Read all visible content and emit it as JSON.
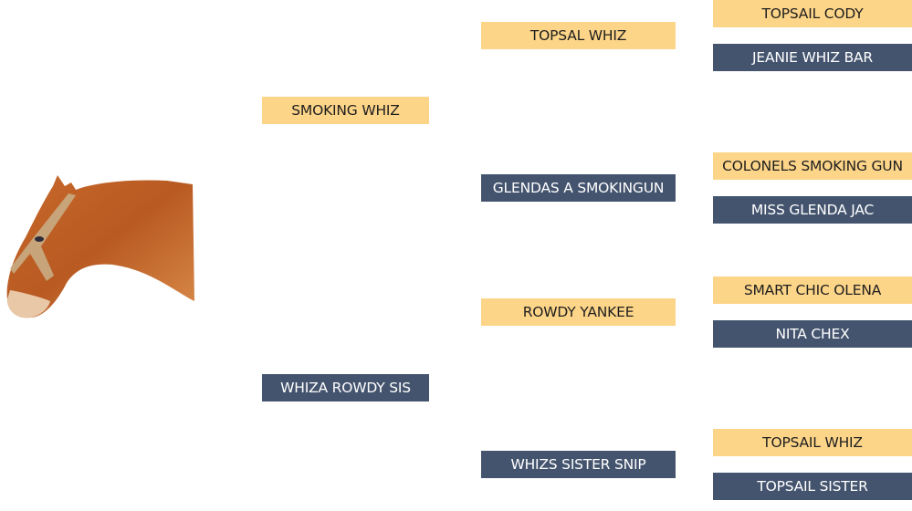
{
  "subject": {
    "image": "horse-head-photo"
  },
  "pedigree": {
    "colors": {
      "sire": "#FDD589",
      "dam": "#44546E"
    },
    "sire": "SMOKING WHIZ",
    "dam": "WHIZA ROWDY SIS",
    "sire_sire": "TOPSAL WHIZ",
    "sire_dam": "GLENDAS A SMOKINGUN",
    "dam_sire": "ROWDY YANKEE",
    "dam_dam": "WHIZS SISTER SNIP",
    "sire_sire_sire": "TOPSAIL CODY",
    "sire_sire_dam": "JEANIE WHIZ BAR",
    "sire_dam_sire": "COLONELS SMOKING GUN",
    "sire_dam_dam": "MISS GLENDA JAC",
    "dam_sire_sire": "SMART CHIC OLENA",
    "dam_sire_dam": "NITA CHEX",
    "dam_dam_sire": "TOPSAIL WHIZ",
    "dam_dam_dam": "TOPSAIL SISTER"
  }
}
